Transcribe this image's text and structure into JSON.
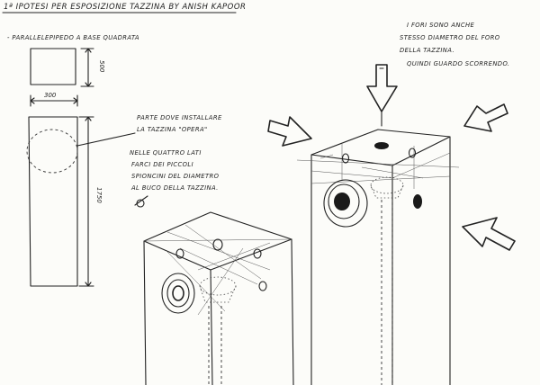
{
  "title": "1ª IPOTESI PER ESPOSIZIONE TAZZINA BY ANISH KAPOOR",
  "left_note": "- PARALLELEPIPEDO A BASE QUADRATA",
  "dimensions": {
    "top_height": "500",
    "width": "300",
    "body_height": "1750"
  },
  "label_top_part": [
    "PARTE DOVE INSTALLARE",
    "LA TAZZINA \"OPERA\""
  ],
  "label_holes": [
    "NELLE QUATTRO LATI",
    "FARCI DEI PICCOLI",
    "SPIONCINI DEL DIAMETRO",
    "AL BUCO DELLA TAZZINA."
  ],
  "label_right": [
    "I FORI SONO ANCHE",
    "STESSO DIAMETRO DEL FORO",
    "DELLA TAZZINA.",
    "QUINDI GUARDO SCORRENDO."
  ]
}
